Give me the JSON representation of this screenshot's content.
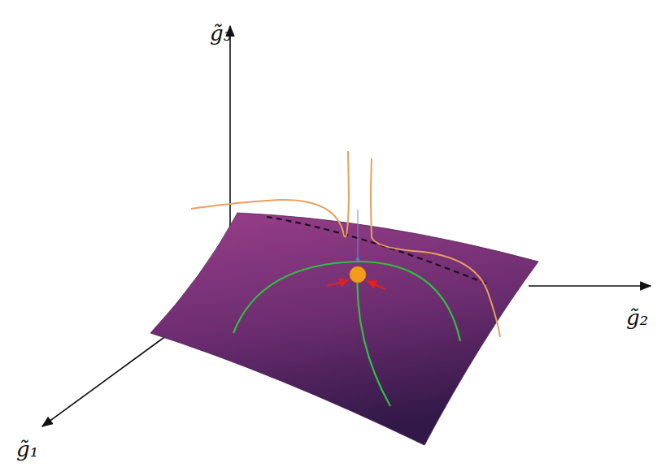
{
  "diagram": {
    "labels": [
      "g̃₃",
      "g̃₂",
      "g̃₁"
    ]
  }
}
